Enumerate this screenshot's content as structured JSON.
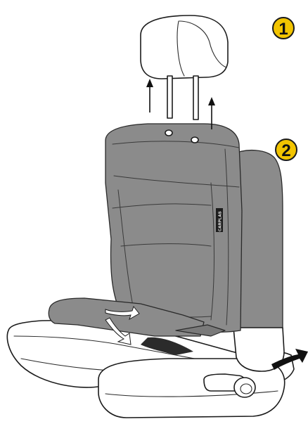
{
  "steps": [
    {
      "number": "1"
    },
    {
      "number": "2"
    }
  ],
  "cover_tag": {
    "text": "CARPLAS"
  },
  "colors": {
    "cover_gray": "#8b8b8b",
    "badge_yellow": "#f2c400"
  }
}
